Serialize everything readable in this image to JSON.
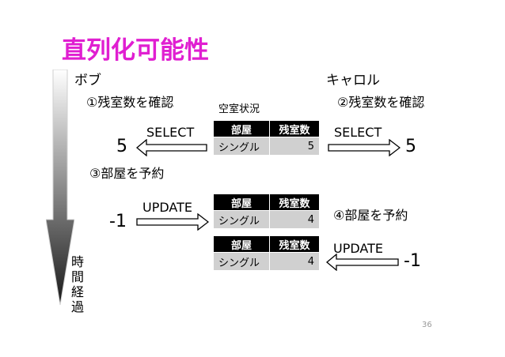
{
  "title": "直列化可能性",
  "actors": {
    "left": "ボブ",
    "right": "キャロル"
  },
  "steps": {
    "s1": "①残室数を確認",
    "s2": "②残室数を確認",
    "s3": "③部屋を予約",
    "s4": "④部屋を予約"
  },
  "status_label": "空室状況",
  "tables": [
    {
      "headers": [
        "部屋",
        "残室数"
      ],
      "row": [
        "シングル",
        "5"
      ]
    },
    {
      "headers": [
        "部屋",
        "残室数"
      ],
      "row": [
        "シングル",
        "4"
      ]
    },
    {
      "headers": [
        "部屋",
        "残室数"
      ],
      "row": [
        "シングル",
        "4"
      ]
    }
  ],
  "ops": {
    "select_left": "SELECT",
    "select_right": "SELECT",
    "update_left": "UPDATE",
    "update_right": "UPDATE"
  },
  "values": {
    "bob_read": "5",
    "carol_read": "5",
    "bob_update": "-1",
    "carol_update": "-1"
  },
  "time_label": [
    "時",
    "間",
    "経",
    "過"
  ],
  "page_number": "36",
  "colors": {
    "title": "#e01fd1",
    "header_bg": "#000000",
    "cell_bg": "#d0d0d0"
  }
}
